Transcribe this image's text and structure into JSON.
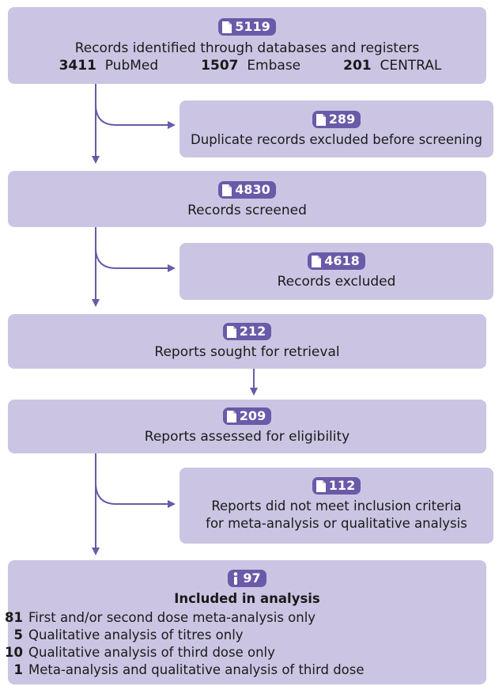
{
  "colors": {
    "box": "#cbc5e3",
    "badge": "#6a5aa8",
    "arrow": "#6a5aa8"
  },
  "identified": {
    "count": "5119",
    "label": "Records identified through databases and registers",
    "sources": [
      {
        "count": "3411",
        "name": "PubMed"
      },
      {
        "count": "1507",
        "name": "Embase"
      },
      {
        "count": "201",
        "name": "CENTRAL"
      }
    ]
  },
  "duplicates": {
    "count": "289",
    "label": "Duplicate records excluded before screening"
  },
  "screened": {
    "count": "4830",
    "label": "Records screened"
  },
  "excluded": {
    "count": "4618",
    "label": "Records excluded"
  },
  "sought": {
    "count": "212",
    "label": "Reports sought for retrieval"
  },
  "assessed": {
    "count": "209",
    "label": "Reports assessed for eligibility"
  },
  "not_met": {
    "count": "112",
    "label_line1": "Reports did not meet inclusion criteria",
    "label_line2": "for meta-analysis or qualitative analysis"
  },
  "included": {
    "count": "97",
    "label": "Included in analysis",
    "items": [
      {
        "count": "81",
        "label": "First and/or second dose meta-analysis only"
      },
      {
        "count": "5",
        "label": "Qualitative analysis of titres only"
      },
      {
        "count": "10",
        "label": "Qualitative analysis of third dose only"
      },
      {
        "count": "1",
        "label": "Meta-analysis and qualitative analysis of third dose"
      }
    ]
  },
  "icons": {
    "records": "document-icon",
    "studies": "info-person-icon"
  }
}
